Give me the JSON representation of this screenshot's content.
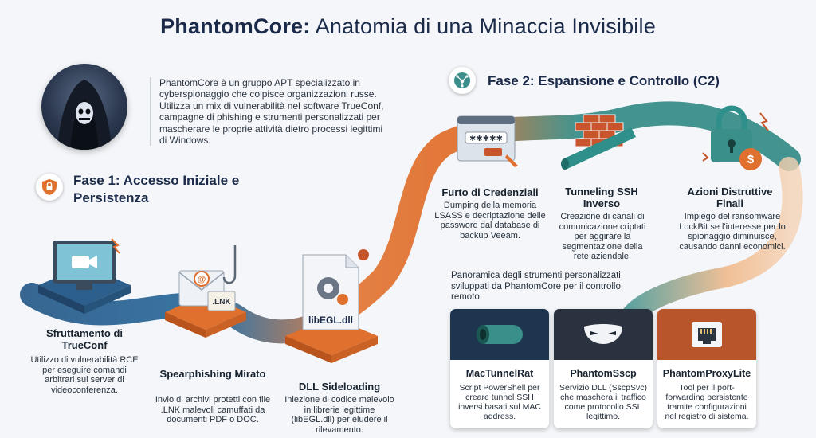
{
  "header": {
    "title_bold": "PhantomCore:",
    "title_rest": "Anatomia di una Minaccia Invisibile"
  },
  "intro": {
    "text": "PhantomCore è un gruppo APT specializzato in cyberspionaggio che colpisce organizzazioni russe. Utilizza un mix di vulnerabilità nel software TrueConf, campagne di phishing e strumenti personalizzati per mascherare le proprie attività dietro processi legittimi di Windows.",
    "avatar_icon": "hooded-hacker-icon"
  },
  "phase1": {
    "title": "Fase 1: Accesso Iniziale e Persistenza",
    "icon": "shield-icon",
    "steps": [
      {
        "title": "Sfruttamento di TrueConf",
        "desc": "Utilizzo di vulnerabilità RCE per eseguire comandi arbitrari sui server di videoconferenza.",
        "icon": "video-camera-monitor-icon"
      },
      {
        "title": "Spearphishing Mirato",
        "desc": "Invio di archivi protetti con file .LNK malevoli camuffati da documenti PDF o DOC.",
        "icon": "envelope-hook-icon",
        "badge": ".LNK"
      },
      {
        "title": "DLL Sideloading",
        "desc": "Iniezione di codice malevolo in librerie legittime (libEGL.dll) per eludere il rilevamento.",
        "icon": "gear-document-icon",
        "badge": "libEGL.dll"
      }
    ]
  },
  "phase2": {
    "title": "Fase 2: Espansione e Controllo (C2)",
    "icon": "network-node-icon",
    "steps": [
      {
        "title": "Furto di Credenziali",
        "desc": "Dumping della memoria LSASS e decriptazione delle password dal database di backup Veeam.",
        "icon": "password-window-icon"
      },
      {
        "title": "Tunneling SSH Inverso",
        "desc": "Creazione di canali di comunicazione criptati per aggirare la segmentazione della rete aziendale.",
        "icon": "pipe-through-wall-icon"
      },
      {
        "title": "Azioni Distruttive Finali",
        "desc": "Impiego del ransomware LockBit se l'interesse per lo spionaggio diminuisce, causando danni economici.",
        "icon": "padlock-dollar-icon"
      }
    ]
  },
  "tools": {
    "intro": "Panoramica degli strumenti personalizzati sviluppati da PhantomCore per il controllo remoto.",
    "items": [
      {
        "name": "MacTunnelRat",
        "desc": "Script PowerShell per creare tunnel SSH inversi basati sul MAC address.",
        "icon": "tunnel-pipe-icon"
      },
      {
        "name": "PhantomSscp",
        "desc": "Servizio DLL (SscpSvc) che maschera il traffico come protocollo SSL legittimo.",
        "icon": "mask-icon"
      },
      {
        "name": "PhantomProxyLite",
        "desc": "Tool per il port-forwarding persistente tramite configurazioni nel registro di sistema.",
        "icon": "ethernet-port-icon"
      }
    ]
  },
  "colors": {
    "navy": "#1b2a49",
    "blue": "#2f6f9f",
    "teal": "#3a8f8a",
    "orange": "#e0702e",
    "peach": "#f2c19b"
  }
}
